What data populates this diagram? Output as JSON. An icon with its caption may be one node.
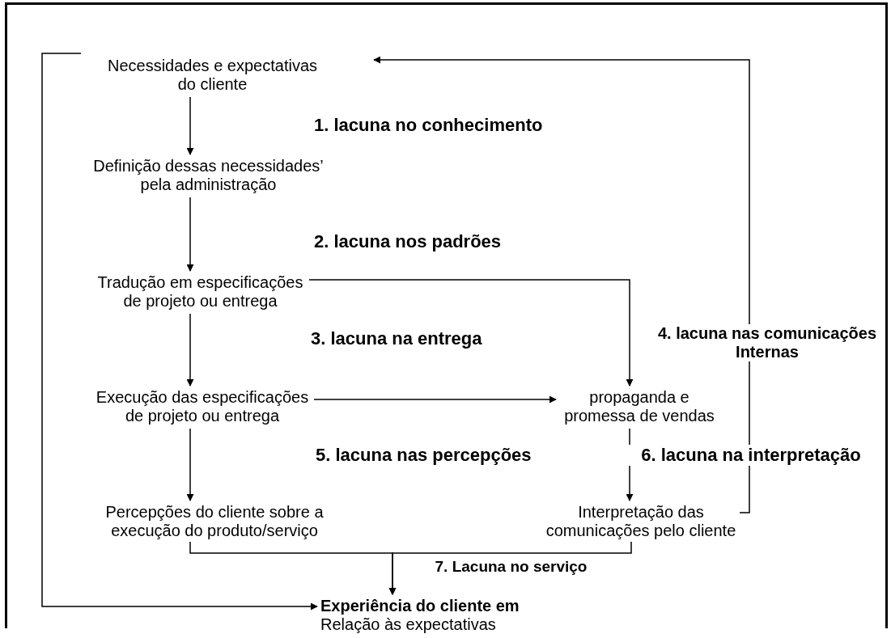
{
  "diagram": {
    "nodes": [
      {
        "text": [
          "Necessidades e expectativas do cliente"
        ]
      },
      {
        "text": [
          "Definição dessas necessidades’ pela administração"
        ]
      },
      {
        "text": [
          "Tradução em especificações de projeto ou entrega"
        ]
      },
      {
        "text": [
          "Execução das especificações de projeto ou entrega"
        ]
      },
      {
        "text": [
          "propaganda e promessa de vendas"
        ]
      },
      {
        "text": [
          "Percepções do cliente sobre a execução do produto/serviço"
        ]
      },
      {
        "text": [
          "Interpretação das comunicações pelo cliente"
        ]
      },
      {
        "text": [
          "Experiência do cliente em",
          "Relação às expectativas"
        ]
      }
    ],
    "edges": [
      {
        "from": 0,
        "to": 1,
        "arrow": "to"
      },
      {
        "from": 1,
        "to": 2,
        "arrow": "to"
      },
      {
        "from": 2,
        "to": 3,
        "arrow": "to"
      },
      {
        "from": 3,
        "to": 5,
        "arrow": "to"
      },
      {
        "from": 2,
        "to": 4,
        "arrow": "to"
      },
      {
        "from": 3,
        "to": 4,
        "arrow": "to"
      },
      {
        "from": 4,
        "to": 6,
        "arrow": "to"
      },
      {
        "from": 6,
        "to": 0,
        "arrow": "to",
        "label": "4. lacuna nas comunicações Internas"
      },
      {
        "from": 5,
        "to": 7,
        "arrow": "to"
      },
      {
        "from": 6,
        "to": 7,
        "arrow": "to",
        "label": "7. Lacuna no serviço"
      },
      {
        "from": 0,
        "to": 7,
        "arrow": "to"
      }
    ],
    "labels": [
      "1. lacuna no conhecimento",
      "2. lacuna nos padrões",
      "3. lacuna na entrega",
      "5. lacuna nas percepções",
      "6. lacuna na interpretação"
    ]
  }
}
